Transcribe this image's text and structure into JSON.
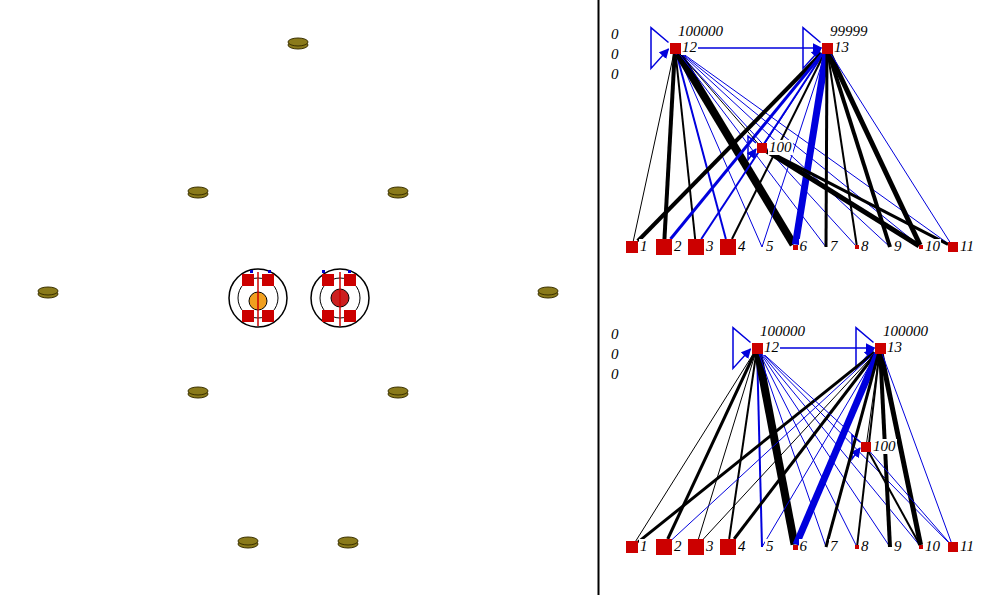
{
  "diagram": {
    "nodes": [
      {
        "text": [
          "100000",
          "12"
        ]
      },
      {
        "text": [
          "99999",
          "13"
        ]
      },
      {
        "text": [
          "100"
        ]
      },
      {
        "text": [
          "1"
        ]
      },
      {
        "text": [
          "2"
        ]
      },
      {
        "text": [
          "3"
        ]
      },
      {
        "text": [
          "4"
        ]
      },
      {
        "text": [
          "5"
        ]
      },
      {
        "text": [
          "6"
        ]
      },
      {
        "text": [
          "7"
        ]
      },
      {
        "text": [
          "8"
        ]
      },
      {
        "text": [
          "9"
        ]
      },
      {
        "text": [
          "10"
        ]
      },
      {
        "text": [
          "11"
        ]
      },
      {
        "text": [
          "100000",
          "12"
        ]
      },
      {
        "text": [
          "100000",
          "13"
        ]
      },
      {
        "text": [
          "100"
        ]
      },
      {
        "text": [
          "1"
        ]
      },
      {
        "text": [
          "2"
        ]
      },
      {
        "text": [
          "3"
        ]
      },
      {
        "text": [
          "4"
        ]
      },
      {
        "text": [
          "5"
        ]
      },
      {
        "text": [
          "6"
        ]
      },
      {
        "text": [
          "7"
        ]
      },
      {
        "text": [
          "8"
        ]
      },
      {
        "text": [
          "9"
        ]
      },
      {
        "text": [
          "10"
        ]
      },
      {
        "text": [
          "11"
        ]
      }
    ],
    "edges": [
      {
        "from": 0,
        "to": 1,
        "arrow": "to"
      },
      {
        "from": 0,
        "to": 0,
        "arrow": "to"
      },
      {
        "from": 1,
        "to": 1,
        "arrow": "to"
      },
      {
        "from": 2,
        "to": 2,
        "arrow": "to"
      },
      {
        "from": 0,
        "to": 3,
        "arrow": "none"
      },
      {
        "from": 0,
        "to": 4,
        "arrow": "none"
      },
      {
        "from": 0,
        "to": 5,
        "arrow": "none"
      },
      {
        "from": 0,
        "to": 6,
        "arrow": "none"
      },
      {
        "from": 0,
        "to": 7,
        "arrow": "none"
      },
      {
        "from": 0,
        "to": 8,
        "arrow": "none"
      },
      {
        "from": 0,
        "to": 9,
        "arrow": "none"
      },
      {
        "from": 0,
        "to": 10,
        "arrow": "none"
      },
      {
        "from": 0,
        "to": 11,
        "arrow": "none"
      },
      {
        "from": 0,
        "to": 12,
        "arrow": "none"
      },
      {
        "from": 0,
        "to": 13,
        "arrow": "none"
      },
      {
        "from": 1,
        "to": 3,
        "arrow": "none"
      },
      {
        "from": 1,
        "to": 4,
        "arrow": "none"
      },
      {
        "from": 1,
        "to": 5,
        "arrow": "none"
      },
      {
        "from": 1,
        "to": 6,
        "arrow": "none"
      },
      {
        "from": 1,
        "to": 7,
        "arrow": "none"
      },
      {
        "from": 1,
        "to": 8,
        "arrow": "none"
      },
      {
        "from": 1,
        "to": 9,
        "arrow": "none"
      },
      {
        "from": 1,
        "to": 10,
        "arrow": "none"
      },
      {
        "from": 1,
        "to": 11,
        "arrow": "none"
      },
      {
        "from": 1,
        "to": 12,
        "arrow": "none"
      },
      {
        "from": 1,
        "to": 13,
        "arrow": "none"
      },
      {
        "from": 0,
        "to": 2,
        "arrow": "none"
      },
      {
        "from": 1,
        "to": 2,
        "arrow": "none"
      },
      {
        "from": 2,
        "to": 12,
        "arrow": "none"
      },
      {
        "from": 2,
        "to": 13,
        "arrow": "none"
      },
      {
        "from": 14,
        "to": 15,
        "arrow": "to"
      },
      {
        "from": 14,
        "to": 14,
        "arrow": "to"
      },
      {
        "from": 15,
        "to": 15,
        "arrow": "to"
      },
      {
        "from": 16,
        "to": 16,
        "arrow": "to"
      },
      {
        "from": 14,
        "to": 17,
        "arrow": "none"
      },
      {
        "from": 14,
        "to": 18,
        "arrow": "none"
      },
      {
        "from": 14,
        "to": 19,
        "arrow": "none"
      },
      {
        "from": 14,
        "to": 20,
        "arrow": "none"
      },
      {
        "from": 14,
        "to": 21,
        "arrow": "none"
      },
      {
        "from": 14,
        "to": 22,
        "arrow": "none"
      },
      {
        "from": 14,
        "to": 23,
        "arrow": "none"
      },
      {
        "from": 14,
        "to": 24,
        "arrow": "none"
      },
      {
        "from": 14,
        "to": 25,
        "arrow": "none"
      },
      {
        "from": 14,
        "to": 26,
        "arrow": "none"
      },
      {
        "from": 14,
        "to": 27,
        "arrow": "none"
      },
      {
        "from": 15,
        "to": 17,
        "arrow": "none"
      },
      {
        "from": 15,
        "to": 18,
        "arrow": "none"
      },
      {
        "from": 15,
        "to": 19,
        "arrow": "none"
      },
      {
        "from": 15,
        "to": 20,
        "arrow": "none"
      },
      {
        "from": 15,
        "to": 21,
        "arrow": "none"
      },
      {
        "from": 15,
        "to": 22,
        "arrow": "none"
      },
      {
        "from": 15,
        "to": 23,
        "arrow": "none"
      },
      {
        "from": 15,
        "to": 24,
        "arrow": "none"
      },
      {
        "from": 15,
        "to": 25,
        "arrow": "none"
      },
      {
        "from": 15,
        "to": 26,
        "arrow": "none"
      },
      {
        "from": 15,
        "to": 27,
        "arrow": "none"
      },
      {
        "from": 14,
        "to": 16,
        "arrow": "none"
      },
      {
        "from": 15,
        "to": 16,
        "arrow": "none"
      },
      {
        "from": 16,
        "to": 26,
        "arrow": "none"
      },
      {
        "from": 16,
        "to": 27,
        "arrow": "none"
      }
    ],
    "labels": [
      "0",
      "0",
      "0",
      "0",
      "0",
      "0"
    ]
  }
}
